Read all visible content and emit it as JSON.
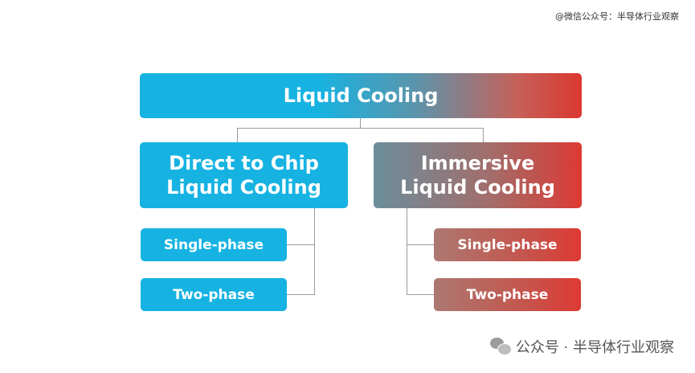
{
  "watermark_top": "@微信公众号：半导体行业观察",
  "diagram": {
    "root": {
      "label": "Liquid Cooling"
    },
    "left_branch": {
      "label_line1": "Direct to Chip",
      "label_line2": "Liquid Cooling",
      "children": [
        "Single-phase",
        "Two-phase"
      ]
    },
    "right_branch": {
      "label_line1": "Immersive",
      "label_line2": "Liquid Cooling",
      "children": [
        "Single-phase",
        "Two-phase"
      ]
    },
    "colors": {
      "cyan": "#16b3e2",
      "red": "#db3830",
      "connector": "#9a9a9a"
    }
  },
  "footer": {
    "brand_text": "公众号 · 半导体行业观察",
    "icon": "wechat-icon"
  }
}
